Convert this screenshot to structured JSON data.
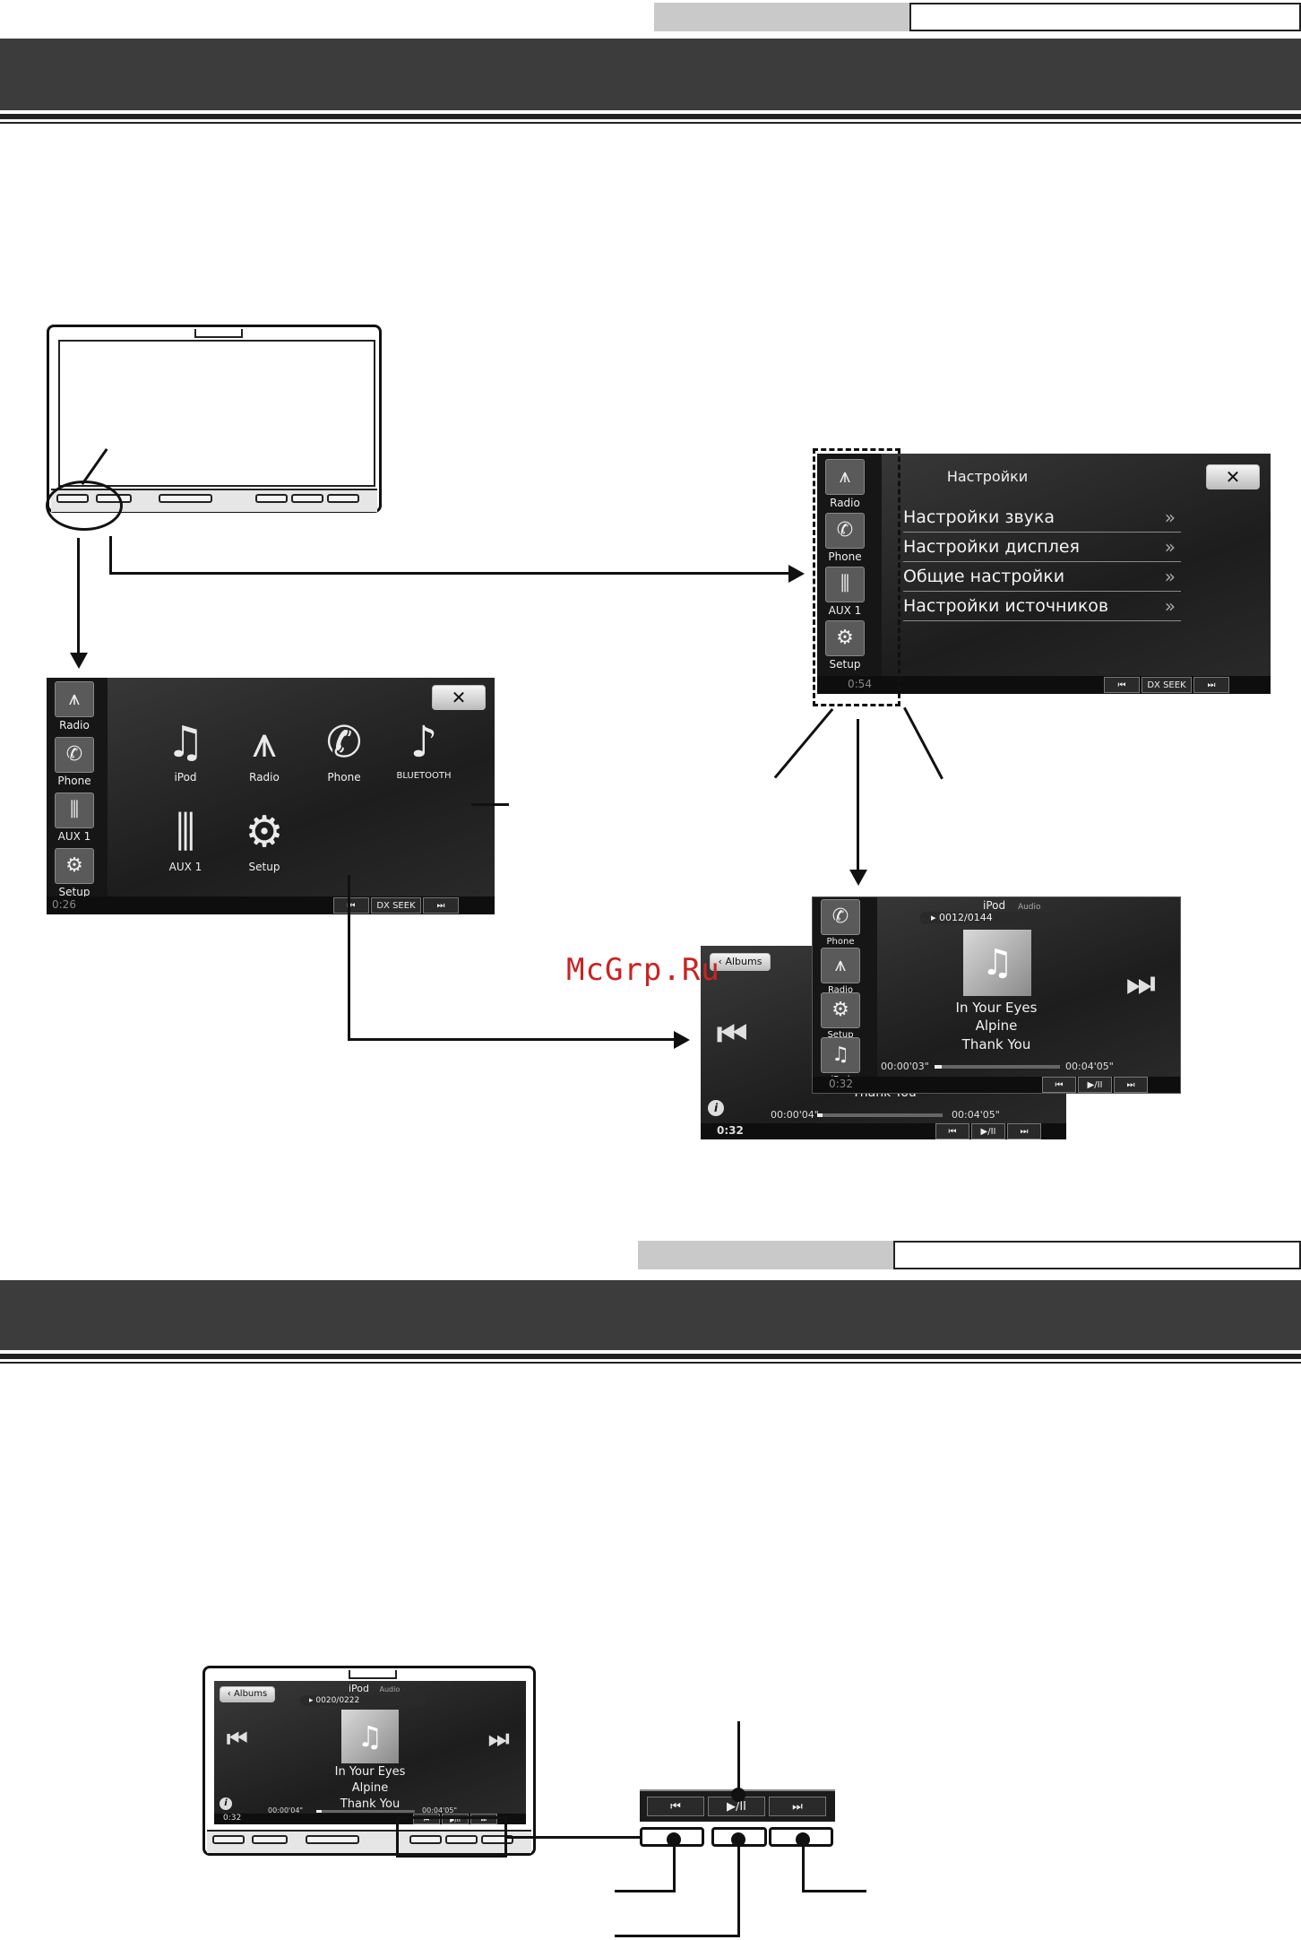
{
  "header_top": {},
  "home_screen": {
    "sidebar": [
      {
        "label": "Radio",
        "icon": "antenna-icon"
      },
      {
        "label": "Phone",
        "icon": "phone-icon"
      },
      {
        "label": "AUX 1",
        "icon": "aux-icon"
      },
      {
        "label": "Setup",
        "icon": "setup-icon"
      }
    ],
    "menu": [
      {
        "label": "iPod",
        "icon": "music-note-icon"
      },
      {
        "label": "Radio",
        "icon": "antenna-icon"
      },
      {
        "label": "Phone",
        "icon": "phone-icon"
      },
      {
        "label": "BLUETOOTH",
        "icon": "bluetooth-icon"
      },
      {
        "label": "AUX 1",
        "icon": "aux-icon"
      },
      {
        "label": "Setup",
        "icon": "setup-icon"
      }
    ],
    "clock": "0:26",
    "controls": {
      "prev": "⏮",
      "seek": "DX SEEK",
      "next": "⏭"
    }
  },
  "settings_screen": {
    "title": "Настройки",
    "sidebar": [
      {
        "label": "Radio",
        "icon": "antenna-icon"
      },
      {
        "label": "Phone",
        "icon": "phone-icon"
      },
      {
        "label": "AUX 1",
        "icon": "aux-icon"
      },
      {
        "label": "Setup",
        "icon": "setup-icon"
      }
    ],
    "items": [
      {
        "label": "Настройки звука"
      },
      {
        "label": "Настройки дисплея"
      },
      {
        "label": "Общие настройки"
      },
      {
        "label": "Настройки источников"
      }
    ],
    "clock": "0:54",
    "controls": {
      "prev": "⏮",
      "seek": "DX SEEK",
      "next": "⏭"
    }
  },
  "ipod_back": {
    "albums_button": "Albums",
    "track_title": "Thank You",
    "time_elapsed": "00:00'04\"",
    "time_total": "00:04'05\"",
    "clock": "0:32",
    "controls": {
      "prev": "⏮",
      "play": "▶/II",
      "next": "⏭"
    }
  },
  "ipod_front": {
    "source": "iPod",
    "source_sub": "Audio",
    "track_counter": "0012/0144",
    "sidebar": [
      {
        "label": "Phone",
        "icon": "phone-icon"
      },
      {
        "label": "Radio",
        "icon": "antenna-icon"
      },
      {
        "label": "Setup",
        "icon": "setup-icon"
      },
      {
        "label": "iPod",
        "icon": "music-note-icon"
      }
    ],
    "song": "In Your Eyes",
    "artist": "Alpine",
    "album": "Thank You",
    "time_elapsed": "00:00'03\"",
    "time_total": "00:04'05\"",
    "clock": "0:32",
    "controls": {
      "prev": "⏮",
      "play": "▶/II",
      "next": "⏭"
    }
  },
  "watermark": "McGrp.Ru",
  "bottom_unit": {
    "albums_button": "Albums",
    "source": "iPod",
    "source_sub": "Audio",
    "track_counter": "0020/0222",
    "song": "In Your Eyes",
    "artist": "Alpine",
    "album": "Thank You",
    "time_elapsed": "00:00'04\"",
    "time_total": "00:04'05\"",
    "clock": "0:32",
    "controls": {
      "prev": "⏮",
      "play": "▶/II",
      "next": "⏭"
    }
  },
  "control_strip": {
    "prev": "⏮",
    "play": "▶/II",
    "next": "⏭"
  }
}
